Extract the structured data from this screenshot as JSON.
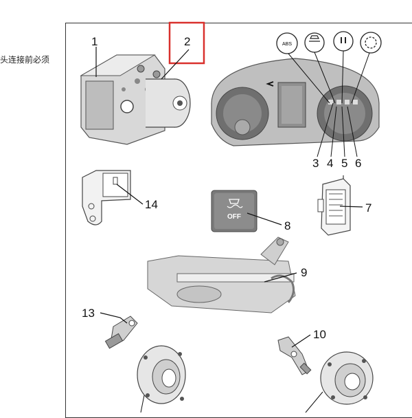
{
  "side_note": "头连接前必须",
  "highlight_color": "#d9302c",
  "callouts": {
    "c1": "1",
    "c2": "2",
    "c3": "3",
    "c4": "4",
    "c5": "5",
    "c6": "6",
    "c7": "7",
    "c8": "8",
    "c9": "9",
    "c10": "10",
    "c13": "13",
    "c14": "14"
  },
  "off_button_text": "OFF",
  "icons": [
    "abs-module",
    "instrument-cluster",
    "esp-off-switch",
    "wheel-hub",
    "speed-sensor",
    "steering-rack",
    "diagnostic-connector",
    "relay-plug"
  ]
}
